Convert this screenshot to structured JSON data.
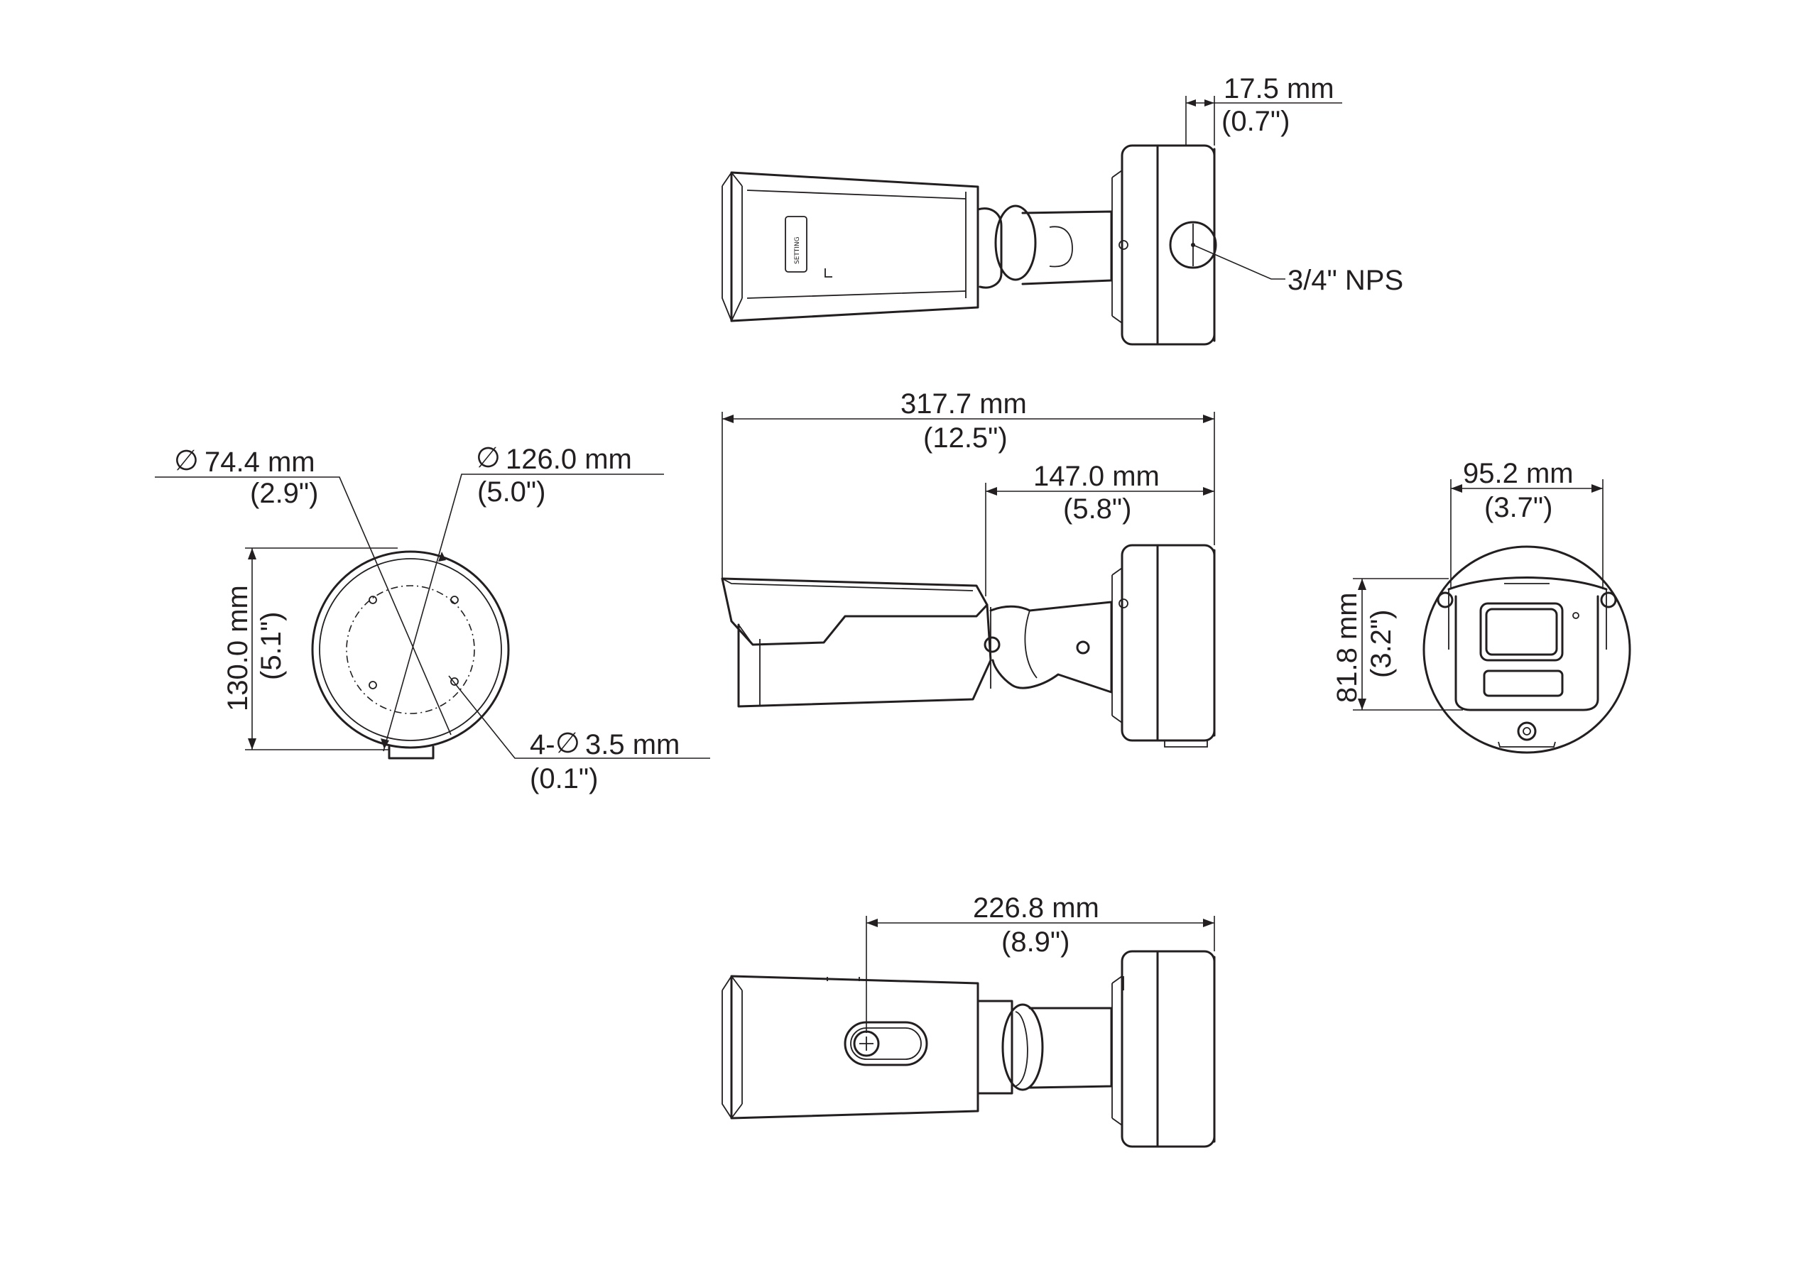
{
  "dimensions": {
    "top_offset_mm": "17.5 mm",
    "top_offset_in": "(0.7\")",
    "thread_label": "3/4\" NPS",
    "base_diameter_inner_mm": "74.4 mm",
    "base_diameter_inner_in": "(2.9\")",
    "base_diameter_outer_mm": "126.0 mm",
    "base_diameter_outer_in": "(5.0\")",
    "base_height_mm": "130.0 mm",
    "base_height_in": "(5.1\")",
    "holes_prefix": "4-",
    "holes_mm": "3.5 mm",
    "holes_in": "(0.1\")",
    "total_length_mm": "317.7 mm",
    "total_length_in": "(12.5\")",
    "mount_length_mm": "147.0 mm",
    "mount_length_in": "(5.8\")",
    "front_width_mm": "95.2 mm",
    "front_width_in": "(3.7\")",
    "front_height_mm": "81.8 mm",
    "front_height_in": "(3.2\")",
    "bottom_length_mm": "226.8 mm",
    "bottom_length_in": "(8.9\")"
  },
  "symbols": {
    "diameter": "∅"
  },
  "label_text": "SETTING"
}
